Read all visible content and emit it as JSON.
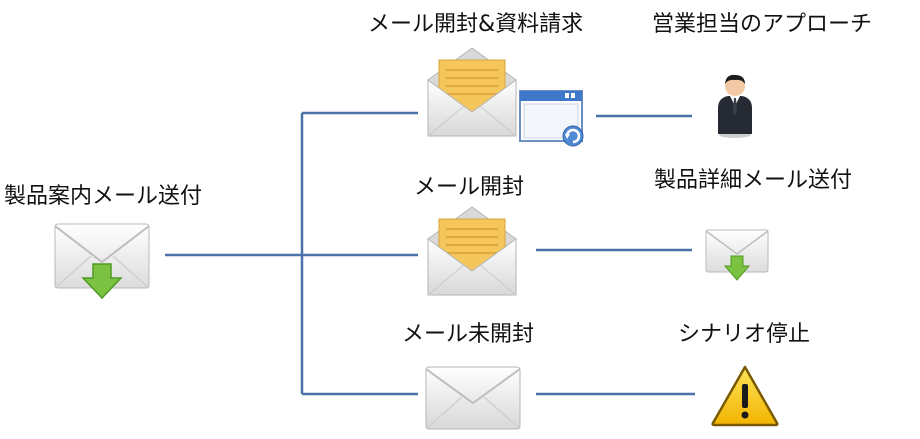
{
  "start": {
    "label": "製品案内メール送付"
  },
  "branches": [
    {
      "label": "メール開封&資料請求",
      "result": "営業担当のアプローチ"
    },
    {
      "label": "メール開封",
      "result": "製品詳細メール送付"
    },
    {
      "label": "メール未開封",
      "result": "シナリオ停止"
    }
  ],
  "colors": {
    "connector": "#4a72a8",
    "envelope_flap": "#f5c65c",
    "arrow": "#7cc242",
    "warning": "#f7c600"
  },
  "icons": [
    "envelope-down-arrow-icon",
    "open-envelope-icon",
    "browser-window-icon",
    "businessman-icon",
    "warning-icon"
  ]
}
